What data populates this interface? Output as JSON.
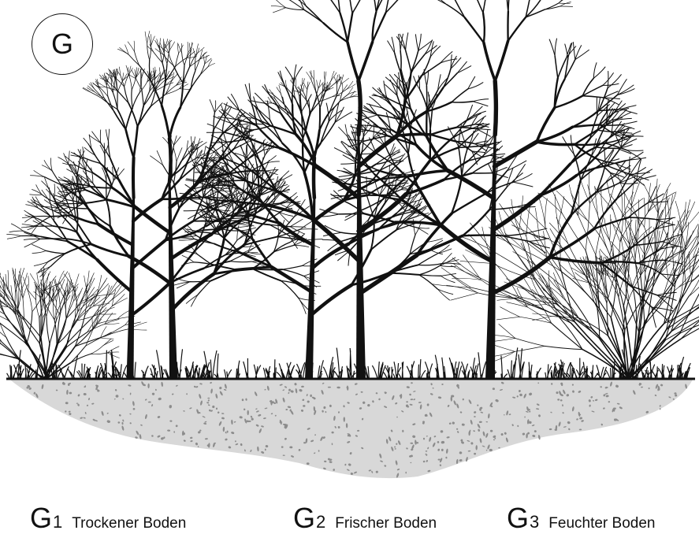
{
  "figure": {
    "badge_label": "G",
    "captions": [
      {
        "code": "G",
        "number": "1",
        "text": "Trockener Boden"
      },
      {
        "code": "G",
        "number": "2",
        "text": "Frischer Boden"
      },
      {
        "code": "G",
        "number": "3",
        "text": "Feuchter Boden"
      }
    ]
  },
  "colors": {
    "ink": "#111111",
    "soil": "#d8d8d8",
    "soil_speckle": "#8c8c8c",
    "background": "#ffffff"
  },
  "icons": [
    "deciduous-tree-icon",
    "shrub-icon",
    "grass-tuft-icon",
    "soil-icon"
  ]
}
